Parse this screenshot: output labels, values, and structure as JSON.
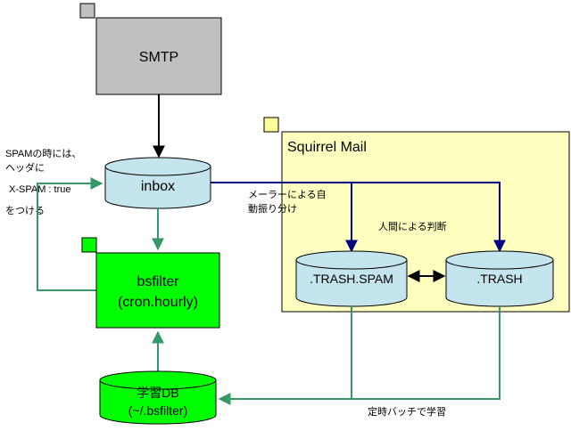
{
  "colors": {
    "smtp_fill": "#c0c0c0",
    "squirrel_fill": "#ffffc0",
    "cylinder_fill": "#c4e4ee",
    "bright_green": "#00ff00",
    "teal_arrow": "#339966",
    "navy_arrow": "#000080",
    "corner_grey": "#c0c0c0",
    "corner_yellow": "#ffff99",
    "corner_green": "#00ff00"
  },
  "nodes": {
    "smtp": "SMTP",
    "inbox": "inbox",
    "bsfilter_line1": "bsfilter",
    "bsfilter_line2": "(cron.hourly)",
    "learndb_line1": "学習DB",
    "learndb_line2": "(~/.bsfilter)",
    "trash_spam": ".TRASH.SPAM",
    "trash": ".TRASH"
  },
  "groups": {
    "squirrel_mail": "Squirrel Mail"
  },
  "annotations": {
    "spam_line1": "SPAMの時には、",
    "spam_line2": "ヘッダに",
    "spam_line3": "X-SPAM : true",
    "spam_line4": "をつける",
    "auto_sort_line1": "メーラーによる自",
    "auto_sort_line2": "動振り分け",
    "human_judgment": "人間による判断",
    "batch_learning": "定時バッチで学習"
  }
}
